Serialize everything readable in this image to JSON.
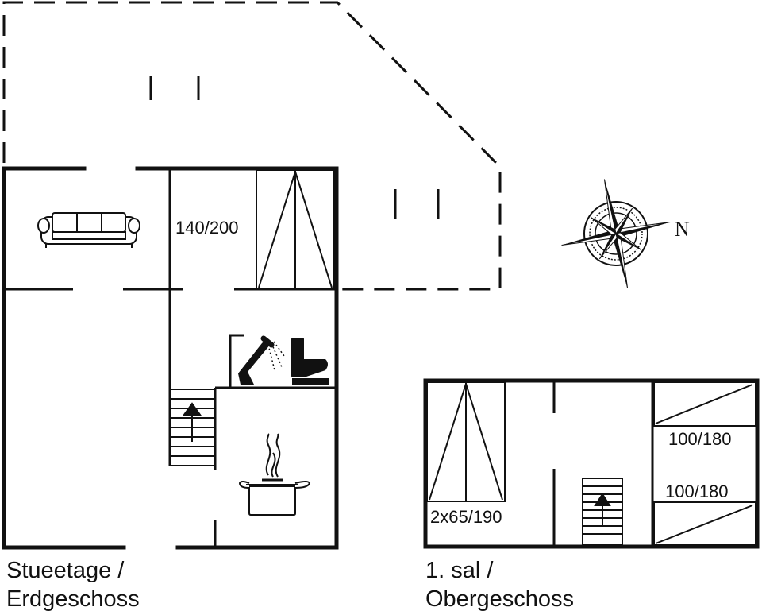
{
  "compass": {
    "north_label": "N"
  },
  "ground_floor": {
    "caption_line1": "Stueetage /",
    "caption_line2": "Erdgeschoss",
    "bed_label": "140/200",
    "icons": [
      "sofa-icon",
      "shower-icon",
      "toilet-icon",
      "stairs-up-icon",
      "cooking-pot-icon",
      "wardrobe-icon"
    ]
  },
  "first_floor": {
    "caption_line1": "1. sal /",
    "caption_line2": "Obergeschoss",
    "bed_label_twin": "2x65/190",
    "bed_label_top": "100/180",
    "bed_label_bottom": "100/180",
    "icons": [
      "wardrobe-icon",
      "stairs-up-icon",
      "bed-icon"
    ]
  },
  "colors": {
    "line": "#111111",
    "background": "#ffffff"
  }
}
